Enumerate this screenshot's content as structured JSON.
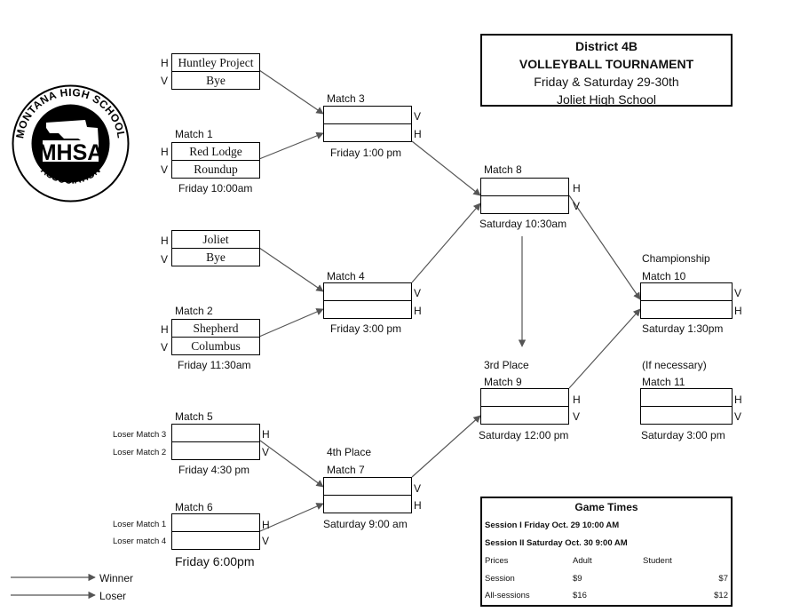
{
  "header": {
    "line1": "District 4B",
    "line2": "VOLLEYBALL TOURNAMENT",
    "line3": "Friday & Saturday 29-30th",
    "line4": "Joliet High School"
  },
  "logo": {
    "ring_text": "MONTANA HIGH SCHOOL",
    "ring_bottom": "ASSOCIATION",
    "center": "MHSA"
  },
  "bracket": {
    "hv": {
      "h": "H",
      "v": "V"
    },
    "g1": {
      "h_team": "Huntley Project",
      "v_team": "Bye"
    },
    "match1": {
      "label": "Match 1",
      "h_team": "Red Lodge",
      "v_team": "Roundup",
      "time": "Friday 10:00am"
    },
    "g2": {
      "h_team": "Joliet",
      "v_team": "Bye"
    },
    "match2": {
      "label": "Match 2",
      "h_team": "Shepherd",
      "v_team": "Columbus",
      "time": "Friday 11:30am"
    },
    "match3": {
      "label": "Match 3",
      "time": "Friday 1:00 pm"
    },
    "match4": {
      "label": "Match 4",
      "time": "Friday 3:00 pm"
    },
    "match5": {
      "label": "Match 5",
      "top_src": "Loser Match 3",
      "bottom_src": "Loser Match 2",
      "time": "Friday 4:30 pm"
    },
    "match6": {
      "label": "Match 6",
      "top_src": "Loser Match 1",
      "bottom_src": "Loser match 4",
      "time": "Friday 6:00pm"
    },
    "match7": {
      "heading": "4th Place",
      "label": "Match 7",
      "time": "Saturday 9:00 am"
    },
    "match8": {
      "label": "Match 8",
      "time": "Saturday 10:30am"
    },
    "match9": {
      "heading": "3rd Place",
      "label": "Match 9",
      "time": "Saturday 12:00 pm"
    },
    "match10": {
      "heading": "Championship",
      "label": "Match 10",
      "time": "Saturday 1:30pm"
    },
    "match11": {
      "heading": "(If necessary)",
      "label": "Match 11",
      "time": "Saturday 3:00 pm"
    }
  },
  "legend": {
    "winner": "Winner",
    "loser": "Loser"
  },
  "game_times": {
    "title": "Game Times",
    "session1": "Session I Friday Oct. 29 10:00 AM",
    "session2": "Session II Saturday Oct. 30 9:00 AM",
    "col_prices": "Prices",
    "col_adult": "Adult",
    "col_student": "Student",
    "rows": [
      {
        "name": "Session",
        "adult": "$9",
        "student": "$7"
      },
      {
        "name": "All-sessions",
        "adult": "$16",
        "student": "$12"
      }
    ]
  }
}
